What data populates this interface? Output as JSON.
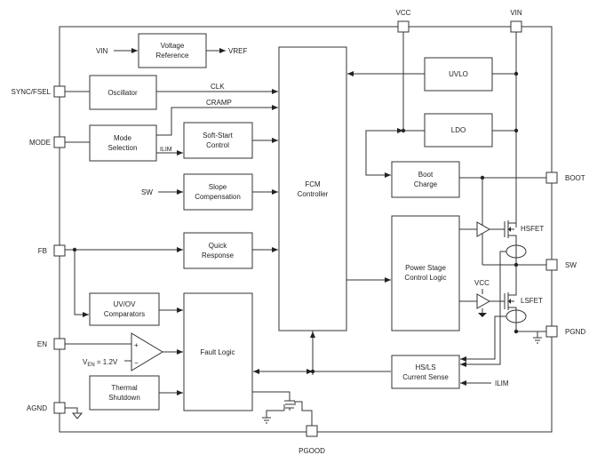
{
  "pins": {
    "vcc": "VCC",
    "vin": "VIN",
    "sync_fsel": "SYNC/FSEL",
    "mode": "MODE",
    "fb": "FB",
    "en": "EN",
    "agnd": "AGND",
    "boot": "BOOT",
    "sw": "SW",
    "pgnd": "PGND",
    "pgood": "PGOOD"
  },
  "blocks": {
    "voltage_reference": [
      "Voltage",
      "Reference"
    ],
    "oscillator": "Oscillator",
    "mode_selection": [
      "Mode",
      "Selection"
    ],
    "soft_start": [
      "Soft-Start",
      "Control"
    ],
    "slope_compensation": [
      "Slope",
      "Compensation"
    ],
    "quick_response": [
      "Quick",
      "Response"
    ],
    "uvov_comparators": [
      "UV/OV",
      "Comparators"
    ],
    "fault_logic": "Fault Logic",
    "thermal_shutdown": [
      "Thermal",
      "Shutdown"
    ],
    "fcm_controller": [
      "FCM",
      "Controller"
    ],
    "uvlo": "UVLO",
    "ldo": "LDO",
    "boot_charge": [
      "Boot",
      "Charge"
    ],
    "power_stage_control": [
      "Power Stage",
      "Control Logic"
    ],
    "current_sense": [
      "HS/LS",
      "Current Sense"
    ]
  },
  "signals": {
    "vin_in": "VIN",
    "vref_out": "VREF",
    "clk": "CLK",
    "cramp": "CRAMP",
    "ilim_left": "ILIM",
    "sw_in": "SW",
    "vcc_inner": "VCC",
    "ilim_right": "ILIM",
    "hsfet": "HSFET",
    "lsfet": "LSFET",
    "ven_prefix": "V",
    "ven_sub": "EN",
    "ven_value": " = 1.2V",
    "plus": "+",
    "minus": "−"
  }
}
